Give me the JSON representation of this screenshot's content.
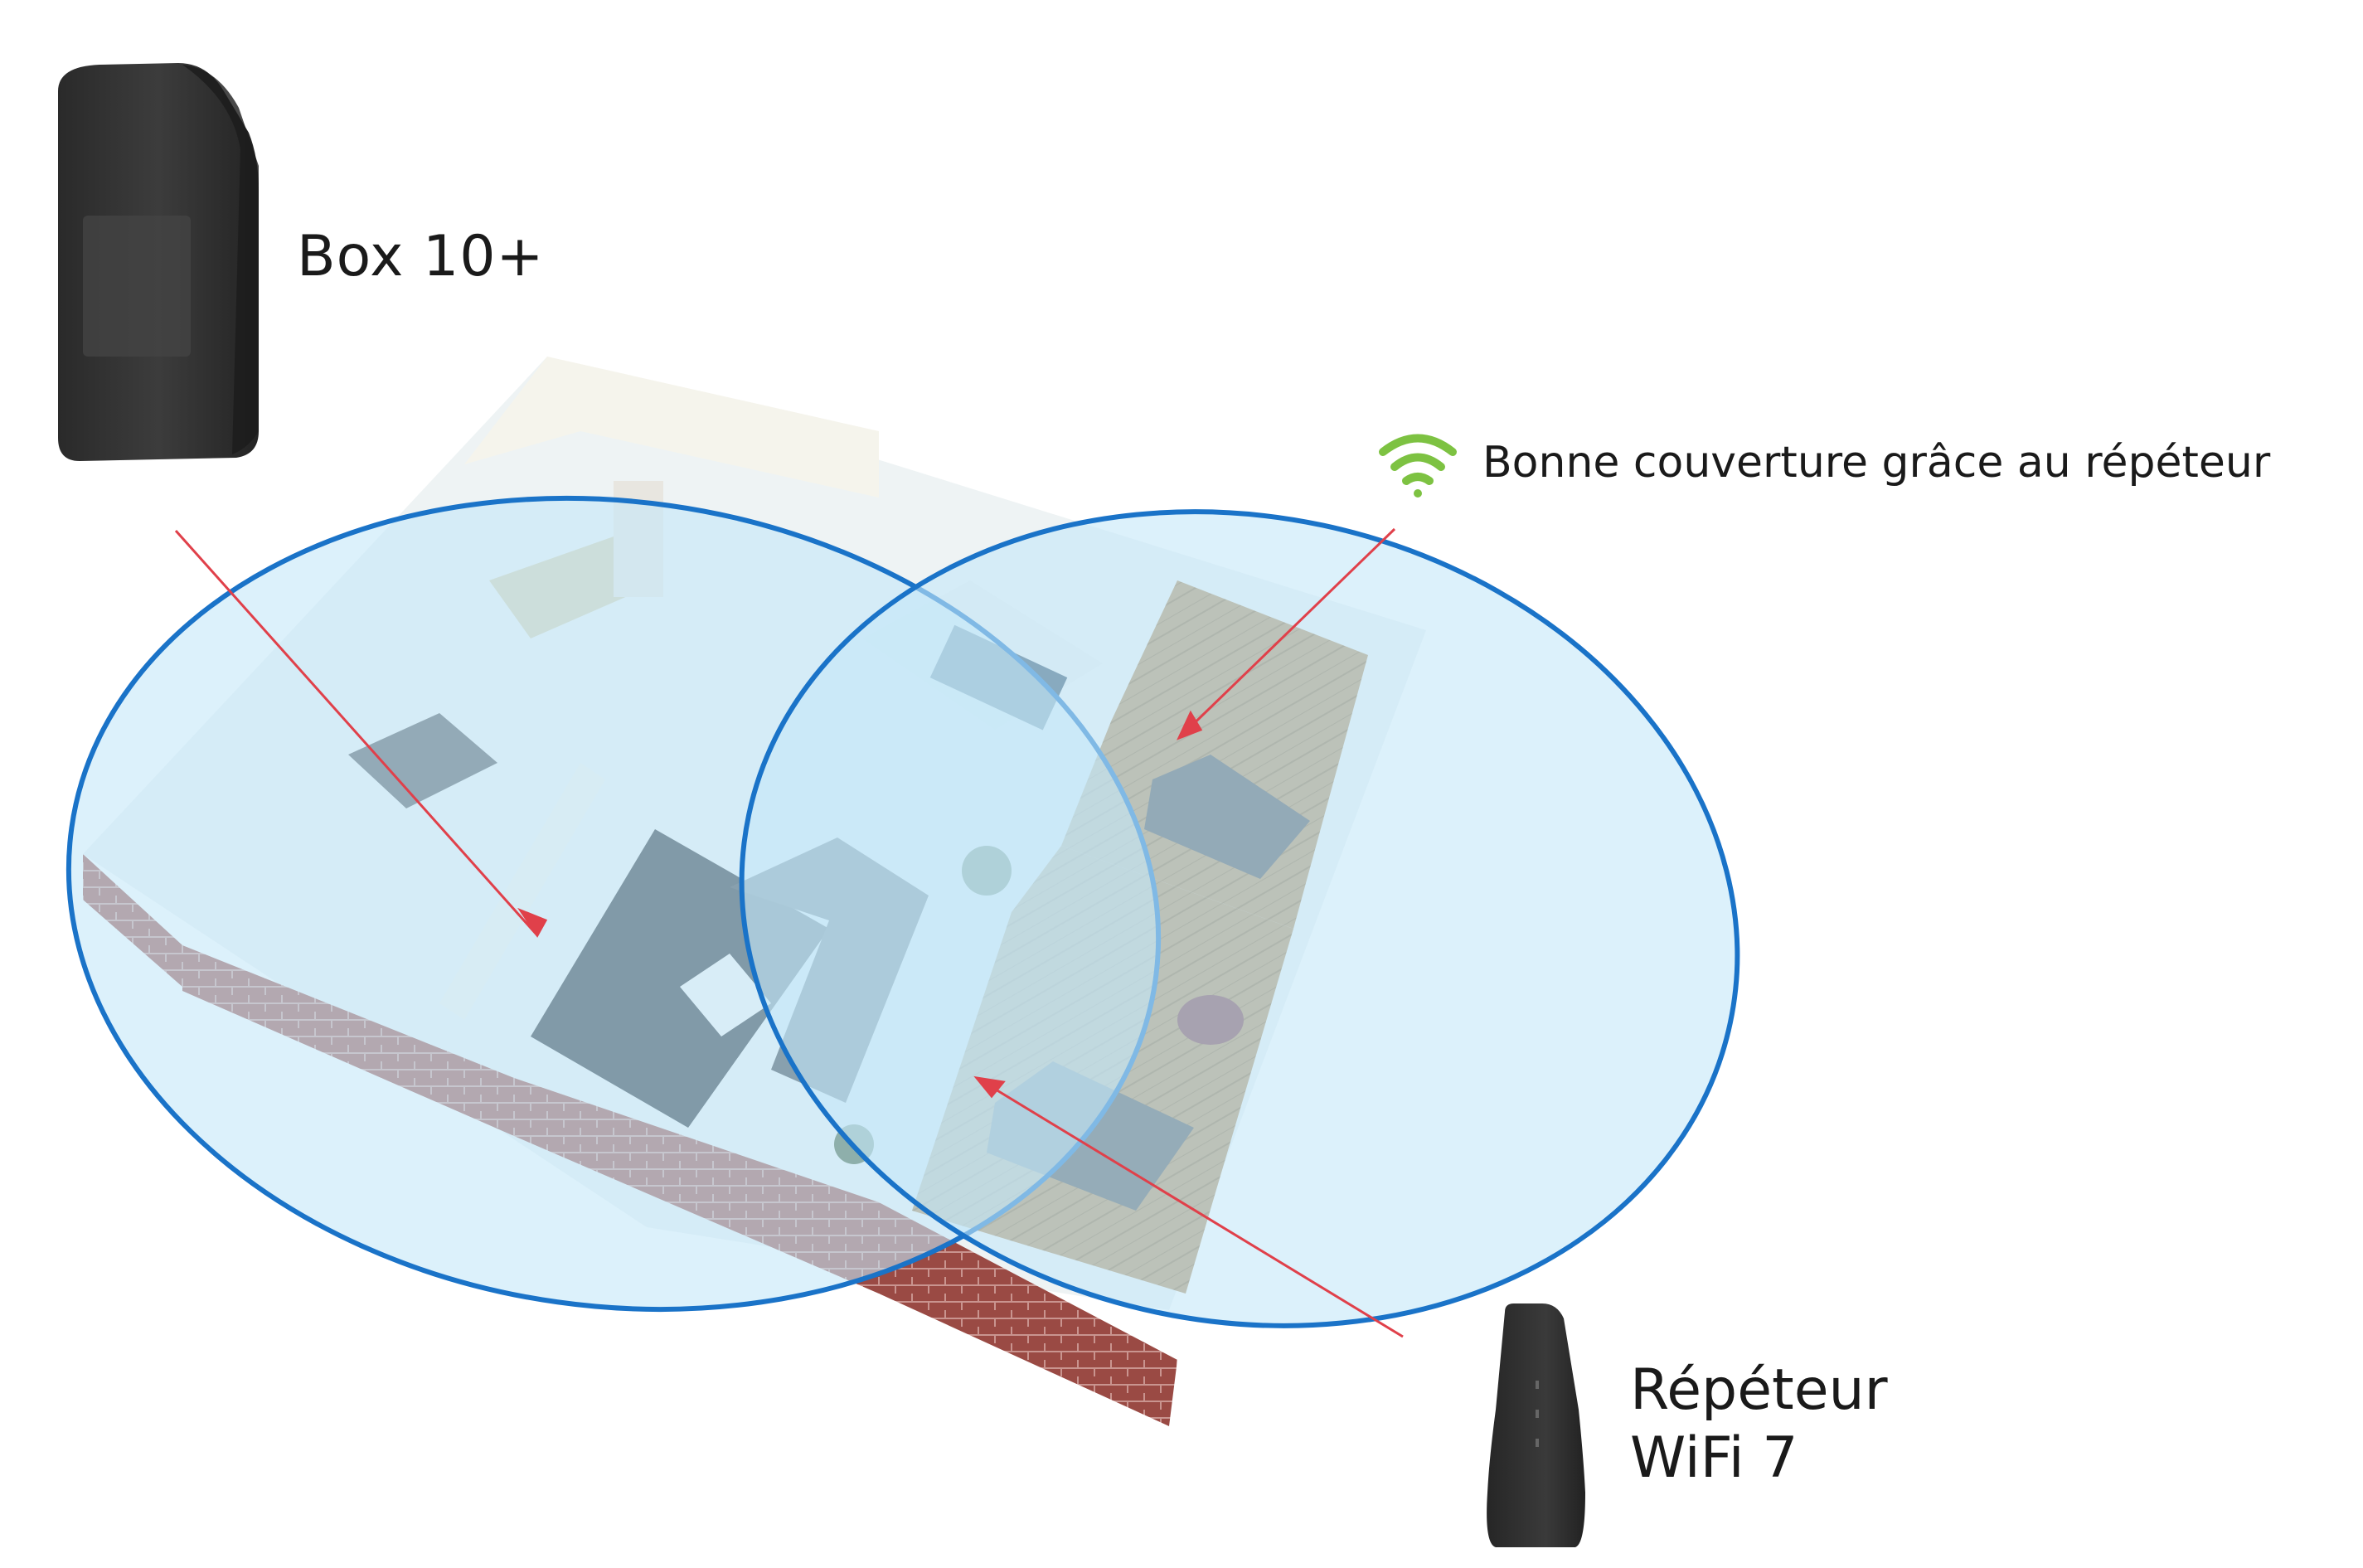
{
  "devices": {
    "box": {
      "label": "Box 10+",
      "icon": "router-box-icon"
    },
    "repeater": {
      "label_line1": "Répéteur",
      "label_line2": "WiFi 7",
      "icon": "wifi-repeater-icon"
    }
  },
  "legend": {
    "text": "Bonne couverture grâce au répéteur",
    "icon": "wifi-signal-icon",
    "icon_color": "#7dc242"
  },
  "coverage": {
    "fill_color": "#c4e8f8",
    "stroke_color": "#1a73c8",
    "pointer_color": "#e0404a"
  }
}
